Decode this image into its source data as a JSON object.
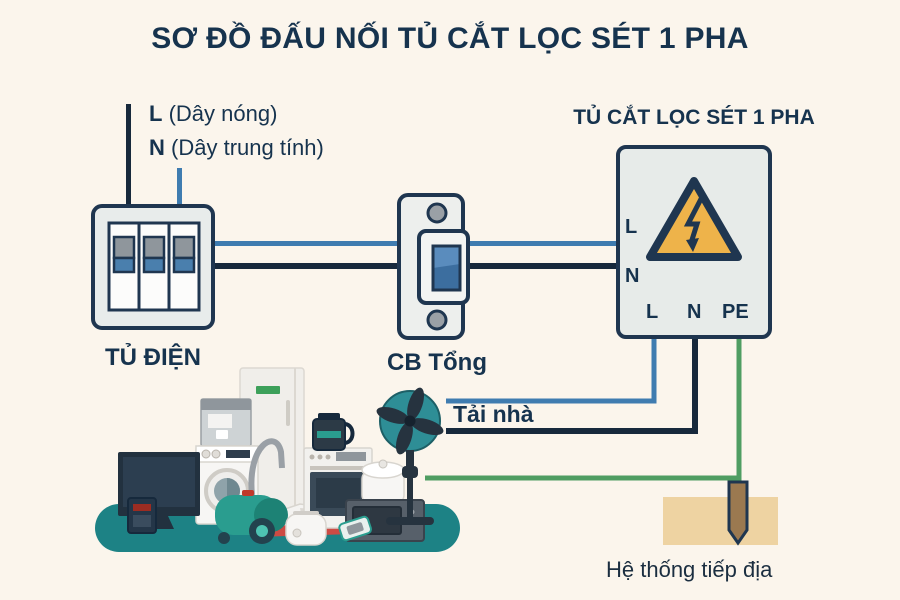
{
  "diagram": {
    "title": "SƠ ĐỒ ĐẤU NỐI TỦ CẮT LỌC SÉT 1 PHA"
  },
  "source": {
    "l_term": "L",
    "l_desc": "(Dây nóng)",
    "n_term": "N",
    "n_desc": "(Dây trung tính)"
  },
  "panel": {
    "label": "TỦ ĐIỆN"
  },
  "breaker": {
    "label": "CB Tổng"
  },
  "spd": {
    "title": "TỦ CẮT LỌC SÉT 1 PHA",
    "in_l": "L",
    "in_n": "N",
    "out_l": "L",
    "out_n": "N",
    "out_pe": "PE"
  },
  "load": {
    "label": "Tải nhà"
  },
  "ground": {
    "label": "Hệ thống tiếp địa"
  },
  "icons": {
    "hazard": "high-voltage-warning-icon",
    "breaker_switch": "circuit-breaker-toggle-icon",
    "ground_rod": "ground-rod-icon",
    "appliances": "household-appliances-illustration"
  },
  "colors": {
    "background": "#fbf5ec",
    "text_navy": "#16334e",
    "wire_dark": "#17293c",
    "wire_blue": "#3f7cb0",
    "wire_green": "#4f9d62",
    "hazard_yellow": "#eeb34a",
    "equipment_fill": "#e8eceb",
    "outline_navy": "#1f3650",
    "platform_teal": "#1d8285",
    "soil_tan": "#eed3a2",
    "rod_brown": "#9b7950",
    "vacuum_teal": "#2a9d8f"
  }
}
